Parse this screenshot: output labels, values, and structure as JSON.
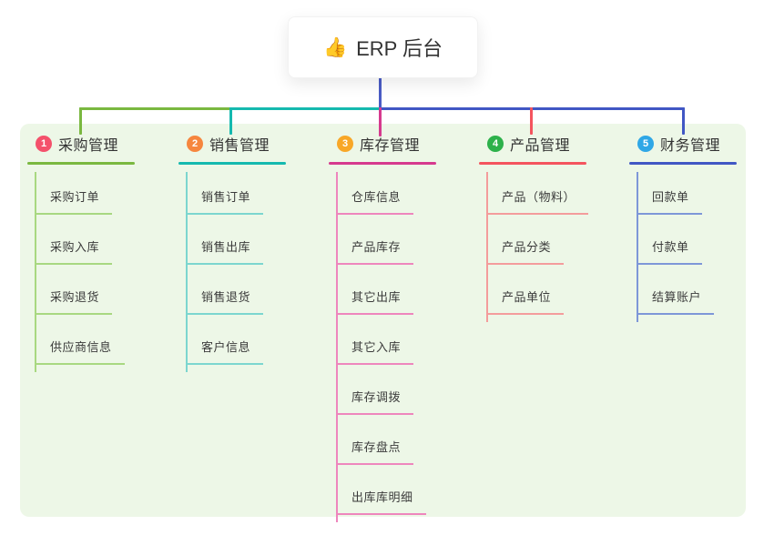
{
  "root": {
    "emoji": "👍",
    "icon": "thumbs-up-icon",
    "label": "ERP 后台"
  },
  "branches": [
    {
      "index": "1",
      "label": "采购管理",
      "badge_color": "#f4516b",
      "line_color": "#7ab840",
      "child_line_color": "#a8d881",
      "children": [
        "采购订单",
        "采购入库",
        "采购退货",
        "供应商信息"
      ]
    },
    {
      "index": "2",
      "label": "销售管理",
      "badge_color": "#f6863e",
      "line_color": "#15b9af",
      "child_line_color": "#7cd6cf",
      "children": [
        "销售订单",
        "销售出库",
        "销售退货",
        "客户信息"
      ]
    },
    {
      "index": "3",
      "label": "库存管理",
      "badge_color": "#f8a727",
      "line_color": "#d63a8e",
      "child_line_color": "#ee86bd",
      "children": [
        "仓库信息",
        "产品库存",
        "其它出库",
        "其它入库",
        "库存调拨",
        "库存盘点",
        "出库库明细"
      ]
    },
    {
      "index": "4",
      "label": "产品管理",
      "badge_color": "#2db14b",
      "line_color": "#f4545e",
      "child_line_color": "#f49c9c",
      "children": [
        "产品（物料）",
        "产品分类",
        "产品单位"
      ]
    },
    {
      "index": "5",
      "label": "财务管理",
      "badge_color": "#2fa7e6",
      "line_color": "#4157c4",
      "child_line_color": "#7e97d8",
      "children": [
        "回款单",
        "付款单",
        "结算账户"
      ]
    }
  ],
  "colors": {
    "canvas_bg": "#ffffff",
    "panel_bg": "#edf7e7",
    "root_line": "#4a5cc5",
    "text": "#333333"
  }
}
